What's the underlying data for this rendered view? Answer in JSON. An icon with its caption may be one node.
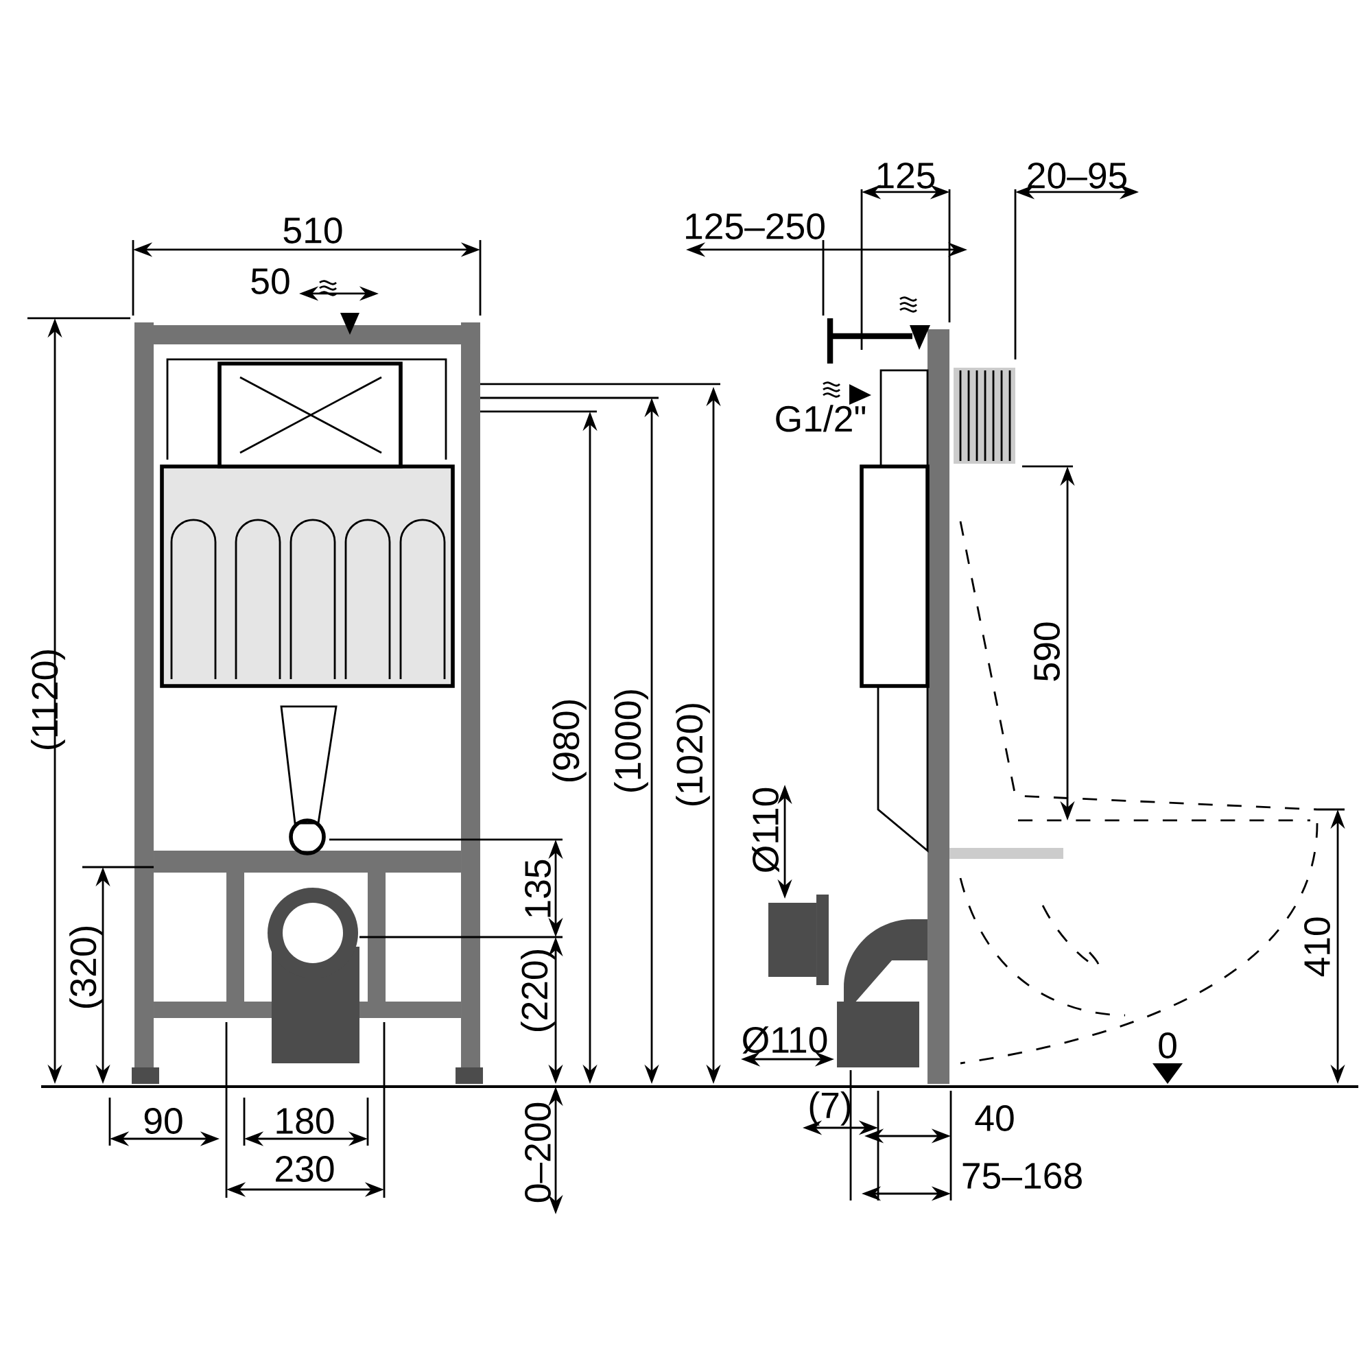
{
  "diagram": {
    "labels": [
      "125",
      "20–95",
      "510",
      "125–250",
      "50",
      "G1/2\"",
      "(1120)",
      "(980)",
      "(1000)",
      "(1020)",
      "590",
      "Ø110",
      "135",
      "(320)",
      "(220)",
      "410",
      "Ø110",
      "0",
      "90",
      "180",
      "(7)",
      "40",
      "230",
      "0–200",
      "75–168"
    ]
  }
}
